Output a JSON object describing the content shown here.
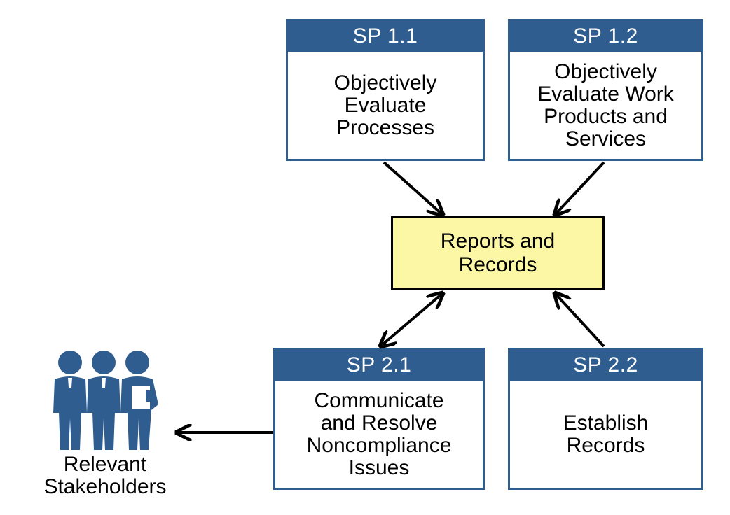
{
  "sp11": {
    "header": "SP 1.1",
    "lines": [
      "Objectively",
      "Evaluate",
      "Processes"
    ]
  },
  "sp12": {
    "header": "SP 1.2",
    "lines": [
      "Objectively",
      "Evaluate Work",
      "Products and",
      "Services"
    ]
  },
  "center": {
    "lines": [
      "Reports and",
      "Records"
    ]
  },
  "sp21": {
    "header": "SP 2.1",
    "lines": [
      "Communicate",
      "and Resolve",
      "Noncompliance",
      "Issues"
    ]
  },
  "sp22": {
    "header": "SP 2.2",
    "lines": [
      "Establish",
      "Records"
    ]
  },
  "stakeholders": {
    "lines": [
      "Relevant",
      "Stakeholders"
    ],
    "icon": "people-group-icon"
  },
  "colors": {
    "header_blue": "#2f5d8f",
    "center_fill": "#fbf7a4",
    "icon_blue": "#2f5d8f"
  }
}
